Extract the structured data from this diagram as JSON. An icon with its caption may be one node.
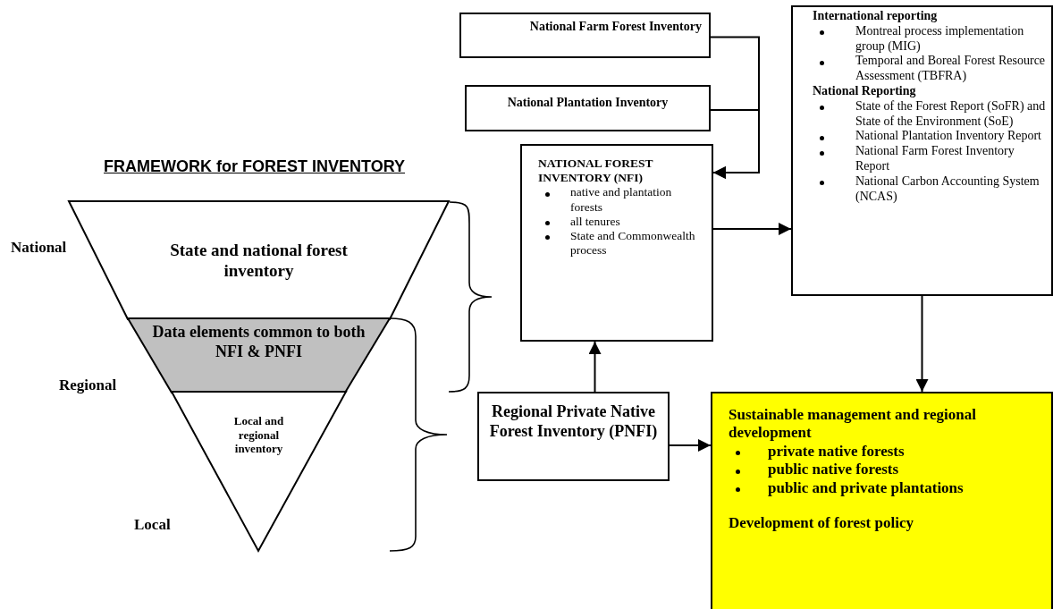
{
  "diagram": {
    "title": "FRAMEWORK for FOREST INVENTORY",
    "nodes": [
      {
        "text": [
          "National Farm Forest Inventory"
        ]
      },
      {
        "text": [
          "National Plantation Inventory"
        ]
      },
      {
        "text": [
          "NATIONAL FOREST INVENTORY (NFI)",
          "native and plantation forests",
          "all tenures",
          "State and Commonwealth process"
        ]
      },
      {
        "text": [
          "International reporting",
          "Montreal process implementation group (MIG)",
          "Temporal and Boreal Forest Resource Assessment (TBFRA)",
          "National Reporting",
          "State of the Forest Report (SoFR) and State of the Environment (SoE)",
          "National Plantation Inventory Report",
          "National Farm Forest Inventory Report",
          "National Carbon Accounting System (NCAS)"
        ]
      },
      {
        "text": [
          "State and national forest inventory"
        ],
        "beside": [
          "National"
        ]
      },
      {
        "text": [
          "Data elements common to both NFI & PNFI"
        ],
        "beside": [
          "Regional"
        ]
      },
      {
        "text": [
          "Local and regional inventory"
        ],
        "beside": [
          "Local"
        ]
      },
      {
        "text": [
          "Regional Private Native Forest Inventory (PNFI)"
        ]
      },
      {
        "text": [
          "Sustainable management and regional development",
          "private native forests",
          "public native forests",
          "public and private plantations",
          "Development of forest policy"
        ]
      }
    ],
    "edges": [
      {
        "from": 0,
        "to": 2,
        "arrow": "to"
      },
      {
        "from": 1,
        "to": 2,
        "arrow": "to"
      },
      {
        "from": 2,
        "to": 3,
        "arrow": "to"
      },
      {
        "from": 7,
        "to": 2,
        "arrow": "to"
      },
      {
        "from": 3,
        "to": 8,
        "arrow": "to"
      },
      {
        "from": 7,
        "to": 8,
        "arrow": "to"
      }
    ]
  }
}
